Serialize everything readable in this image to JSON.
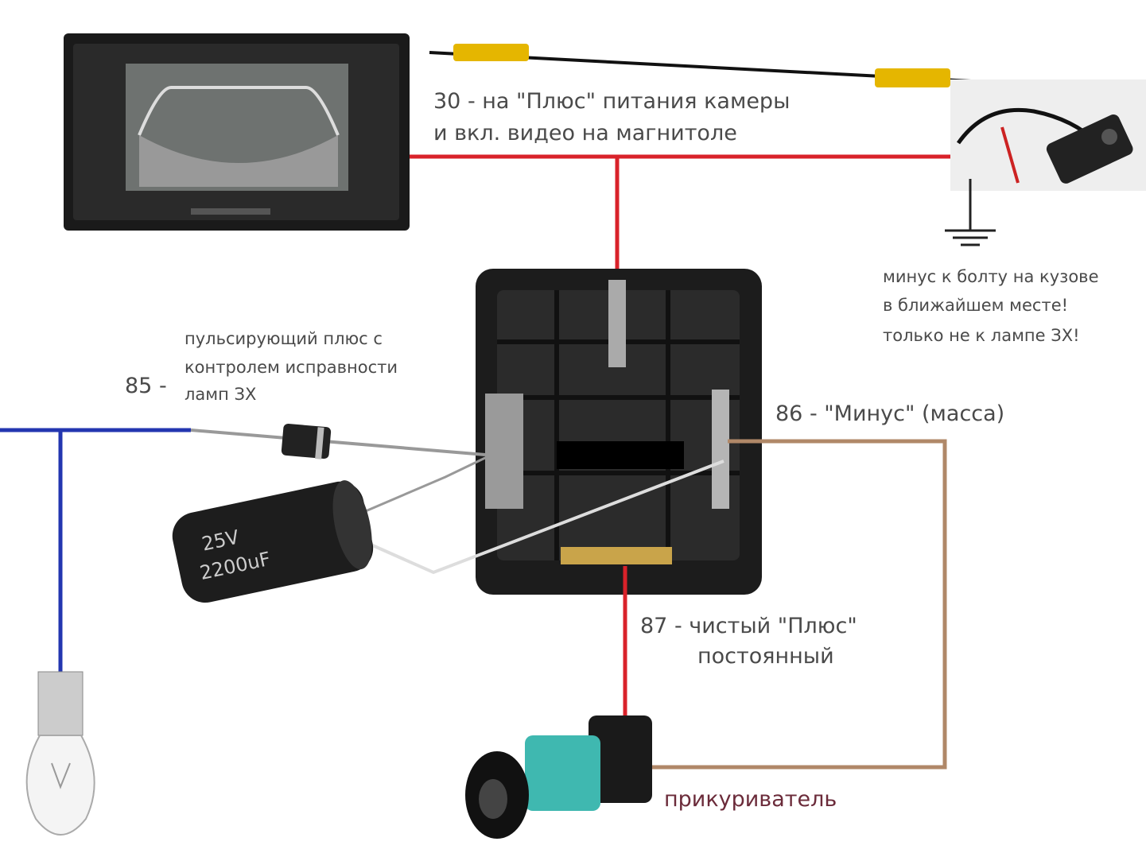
{
  "labels": {
    "pin30_line1": "30 - на \"Плюс\" питания камеры",
    "pin30_line2": "и вкл. видео на магнитоле",
    "ground_line1": "минус к болту на кузове",
    "ground_line2": "в ближайшем месте!",
    "ground_line3": "только не к лампе ЗХ!",
    "pin85_line1": "пульсирующий плюс с",
    "pin85_line2": "контролем исправности",
    "pin85_line3": "ламп ЗХ",
    "pin85_prefix": "85 -",
    "pin86": "86 - \"Минус\" (масса)",
    "pin87_line1": "87 - чистый \"Плюс\"",
    "pin87_line2": "постоянный",
    "lighter": "прикуриватель"
  },
  "capacitor": {
    "voltage": "25V",
    "capacitance": "2200uF"
  },
  "colors": {
    "red_wire": "#d9222a",
    "blue_wire": "#2336b0",
    "brown_wire": "#b08868",
    "text": "#4a4a4a"
  }
}
